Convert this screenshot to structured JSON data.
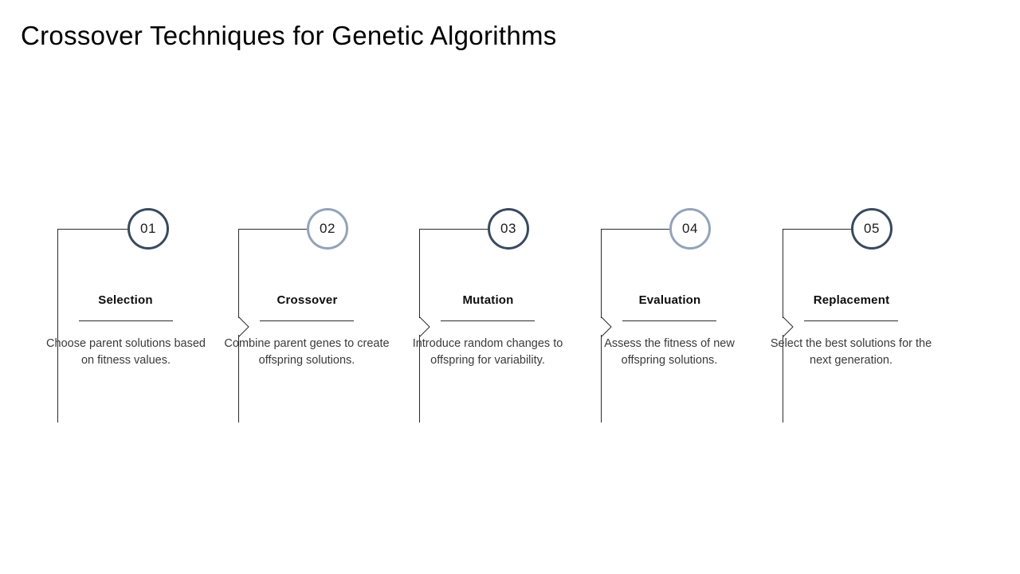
{
  "slide": {
    "title": "Crossover Techniques for Genetic Algorithms",
    "background_color": "#ffffff"
  },
  "theme": {
    "circle_dark_color": "#394a5e",
    "circle_light_color": "#93a3b8",
    "line_color": "#2b2b2b",
    "heading_color": "#0d0d0d",
    "body_color": "#3a3a3a",
    "title_color": "#000000"
  },
  "process": {
    "step_count": 5,
    "steps": [
      {
        "number": "01",
        "heading": "Selection",
        "body": "Choose parent solutions based on fitness values.",
        "circle_style": "dark",
        "has_chevron": false
      },
      {
        "number": "02",
        "heading": "Crossover",
        "body": "Combine  parent genes to create offspring solutions.",
        "circle_style": "light",
        "has_chevron": true
      },
      {
        "number": "03",
        "heading": "Mutation",
        "body": "Introduce random changes to offspring for variability.",
        "circle_style": "dark",
        "has_chevron": true
      },
      {
        "number": "04",
        "heading": "Evaluation",
        "body": "Assess the fitness of new offspring solutions.",
        "circle_style": "light",
        "has_chevron": true
      },
      {
        "number": "05",
        "heading": "Replacement",
        "body": "Select the best solutions for the next generation.",
        "circle_style": "dark",
        "has_chevron": true
      }
    ]
  }
}
